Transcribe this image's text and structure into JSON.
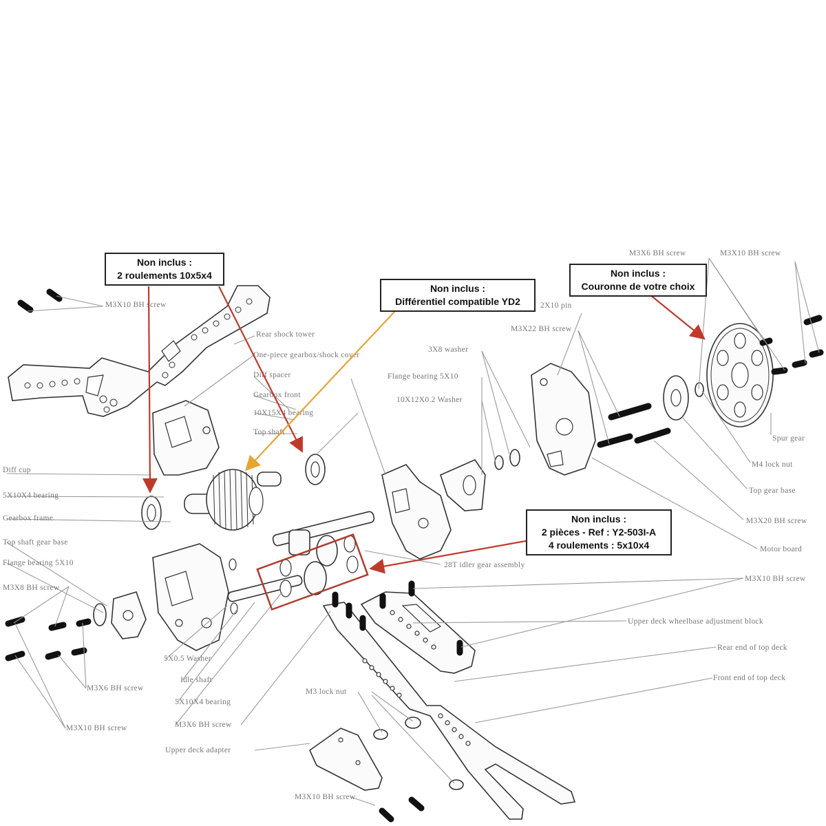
{
  "callouts": {
    "bearings_10x5x4": [
      "Non inclus :",
      "2 roulements 10x5x4"
    ],
    "differential": [
      "Non inclus :",
      "Différentiel compatible YD2"
    ],
    "spur_gear": [
      "Non inclus :",
      "Couronne de votre choix"
    ],
    "idler_bearings": [
      "Non inclus :",
      "2 pièces - Ref : Y2-503I-A",
      "4 roulements : 5x10x4"
    ]
  },
  "part_labels": {
    "m3x10_bh_screw_top": "M3X10 BH screw",
    "rear_shock_tower": "Rear shock tower",
    "gearbox_cover": "One-piece gearbox/shock cover",
    "diff_spacer": "Diff spacer",
    "gearbox_front": "Gearbox front",
    "bearing_10x15x4": "10X15X4 bearing",
    "top_shaft": "Top shaft",
    "diff_cup": "Diff cup",
    "bearing_5x10": "5X10X4 bearing",
    "gearbox_frame": "Gearbox frame",
    "top_shaft_gear_base": "Top shaft gear base",
    "flange_bearing_left": "Flange bearing 5X10",
    "m3x8_bh_screw": "M3X8 BH screw",
    "washer_5x0_5": "5X0.5 Washer",
    "idle_shaft": "Idle shaft",
    "bearing_5x10x4": "5X10X4 bearing",
    "m3x6_bh_screw_left": "M3X6 BH screw",
    "m3x6_bh_screw_mid": "M3X6 BH screw",
    "m3x10_bh_screw_left": "M3X10 BH screw",
    "upper_deck_adapter": "Upper deck adapter",
    "m3x10_bh_screw_bottom": "M3X10 BH screw",
    "m3_lock_nut": "M3 lock nut",
    "idler_gear_assembly": "28T idler gear assembly",
    "m3x6_bh_screw_top": "M3X6 BH screw",
    "m3x10_bh_screw_right": "M3X10 BH screw",
    "m3_washer": "3X8 washer",
    "flange_bearing_right": "Flange bearing 5X10",
    "washer_10x12": "10X12X0.2 Washer",
    "pin_2x10": "2X10 pin",
    "m3x22_bh_screw": "M3X22 BH screw",
    "spur_gear": "Spur gear",
    "m4_lock_nut": "M4 lock nut",
    "top_gear_base": "Top gear base",
    "m3x20_bh_screw": "M3X20 BH screw",
    "motor_board": "Motor board",
    "m3x10_bh_screw_far_right": "M3X10 BH screw",
    "upper_deck_adjustment_block": "Upper deck wheelbase adjustment block",
    "rear_end_top_deck": "Rear end of top deck",
    "front_end_top_deck": "Front end of top deck"
  },
  "colors": {
    "arrow_red": "#c0392b",
    "arrow_orange": "#e6a532",
    "callout_border": "#222222",
    "label_gray": "#777777",
    "highlight_box": "#b03a2e"
  }
}
